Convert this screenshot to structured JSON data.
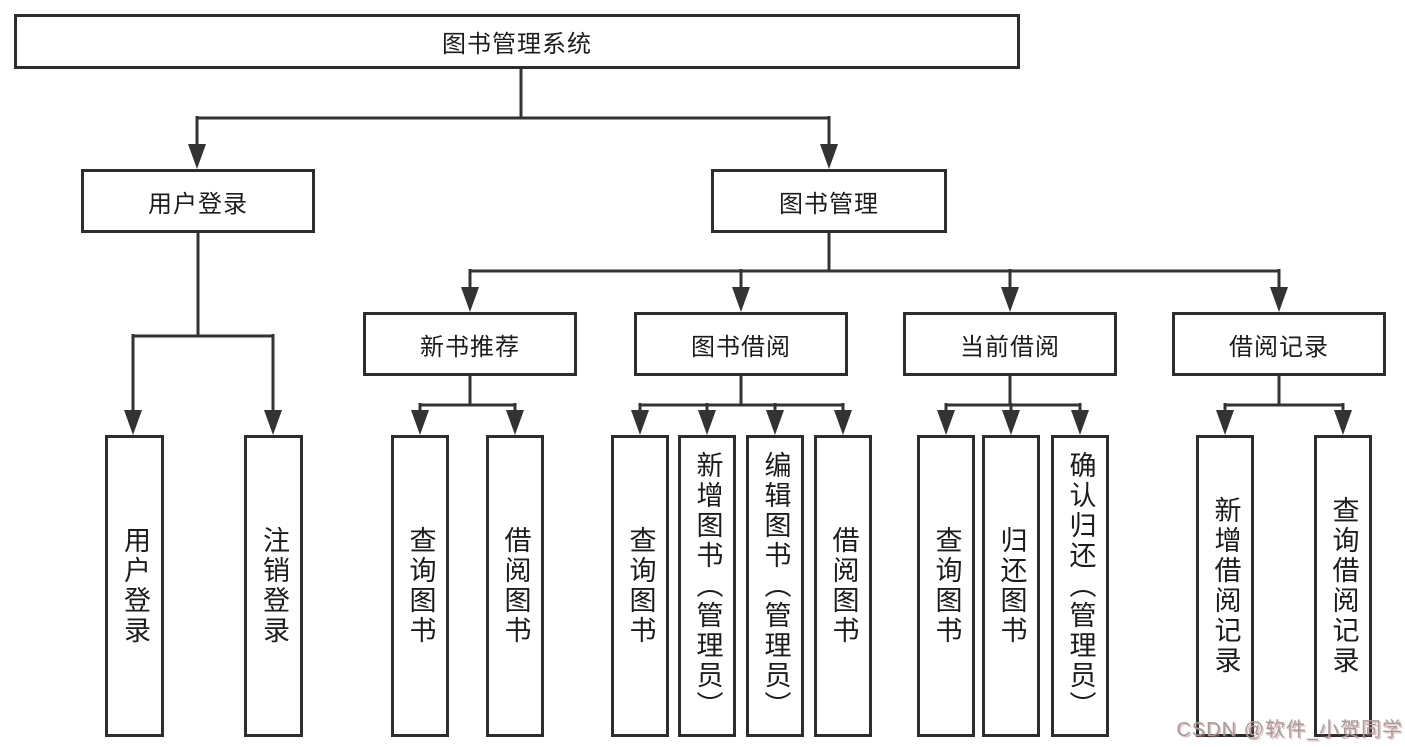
{
  "tree": {
    "root": {
      "label": "图书管理系统"
    },
    "branches": [
      {
        "label": "用户登录",
        "children": [
          {
            "label": "用户登录"
          },
          {
            "label": "注销登录"
          }
        ]
      },
      {
        "label": "图书管理",
        "children": [
          {
            "label": "新书推荐",
            "children": [
              {
                "label": "查询图书"
              },
              {
                "label": "借阅图书"
              }
            ]
          },
          {
            "label": "图书借阅",
            "children": [
              {
                "label": "查询图书"
              },
              {
                "label": "新增图书（管理员）"
              },
              {
                "label": "编辑图书（管理员）"
              },
              {
                "label": "借阅图书"
              }
            ]
          },
          {
            "label": "当前借阅",
            "children": [
              {
                "label": "查询图书"
              },
              {
                "label": "归还图书"
              },
              {
                "label": "确认归还（管理员）"
              }
            ]
          },
          {
            "label": "借阅记录",
            "children": [
              {
                "label": "新增借阅记录"
              },
              {
                "label": "查询借阅记录"
              }
            ]
          }
        ]
      }
    ]
  },
  "watermark": {
    "text": "CSDN @软件_小贺同学"
  },
  "colors": {
    "line": "#333333",
    "border": "#2d2d2d",
    "text": "#1c1c1c",
    "background": "#ffffff",
    "watermark_gray": "#9f9f9f",
    "watermark_red_tint": "#d86c6c"
  }
}
